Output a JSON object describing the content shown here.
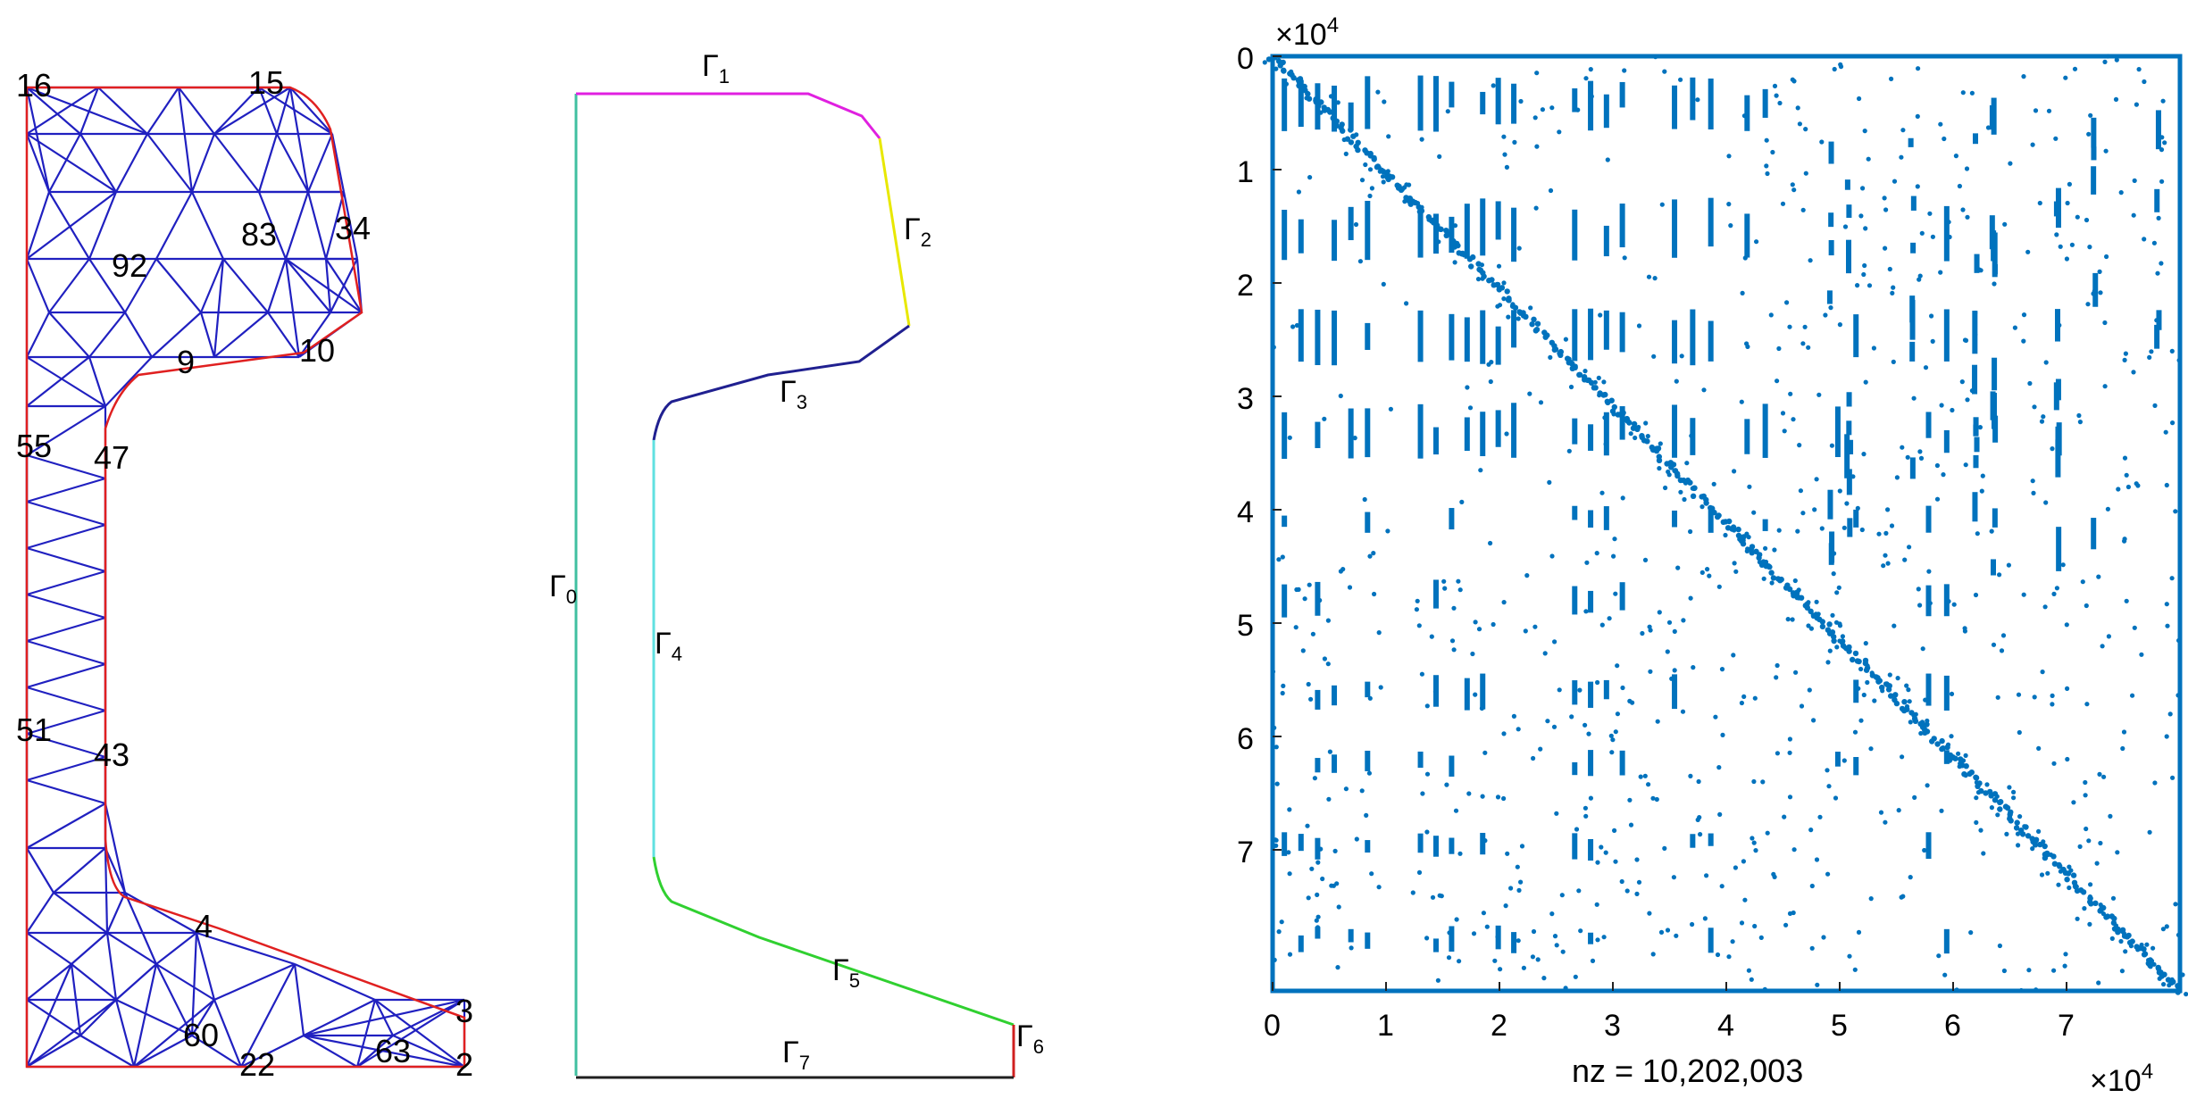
{
  "mesh_panel": {
    "node_labels": [
      "16",
      "15",
      "34",
      "83",
      "92",
      "10",
      "9",
      "55",
      "47",
      "51",
      "43",
      "4",
      "60",
      "63",
      "3",
      "22",
      "2"
    ]
  },
  "boundary_panel": {
    "labels": [
      {
        "text": "Γ",
        "sub": "0"
      },
      {
        "text": "Γ",
        "sub": "1"
      },
      {
        "text": "Γ",
        "sub": "2"
      },
      {
        "text": "Γ",
        "sub": "3"
      },
      {
        "text": "Γ",
        "sub": "4"
      },
      {
        "text": "Γ",
        "sub": "5"
      },
      {
        "text": "Γ",
        "sub": "6"
      },
      {
        "text": "Γ",
        "sub": "7"
      }
    ],
    "colors": [
      "#40c0a0",
      "#e020e0",
      "#e8e800",
      "#202090",
      "#60e0e0",
      "#30d030",
      "#d02020",
      "#202020"
    ]
  },
  "spy_panel": {
    "y_ticks": [
      "0",
      "1",
      "2",
      "3",
      "4",
      "5",
      "6",
      "7"
    ],
    "x_ticks": [
      "0",
      "1",
      "2",
      "3",
      "4",
      "5",
      "6",
      "7"
    ],
    "y_exponent_base": "×10",
    "y_exponent_power": "4",
    "x_exponent_base": "×10",
    "x_exponent_power": "4",
    "xlabel": "nz = 10,202,003",
    "marker_color": "#0072BD",
    "axis_range": [
      0,
      80000
    ]
  }
}
